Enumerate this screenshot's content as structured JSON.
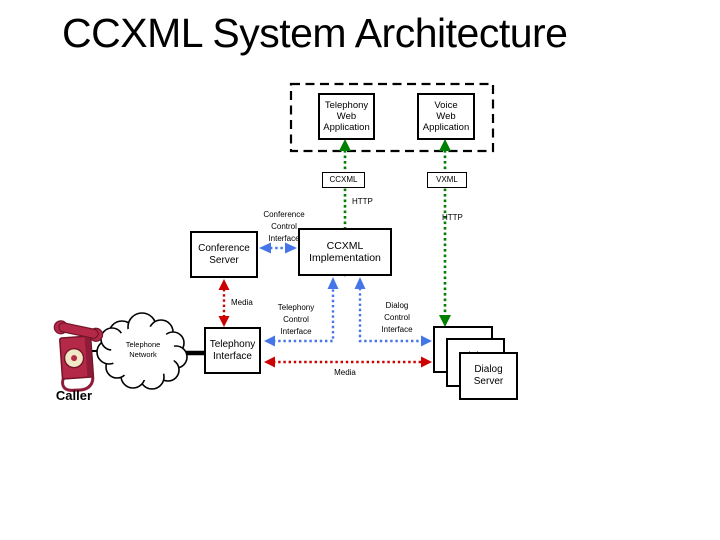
{
  "title": "CCXML System Architecture",
  "colors": {
    "green": "#008000",
    "blue": "#4576e8",
    "red": "#cc0000",
    "black": "#000000",
    "phone_body": "#b52948",
    "phone_dark": "#8e1c38",
    "phone_outline": "#741428",
    "phone_dial": "#efe7c6"
  },
  "boxes": {
    "telephony_web_app": "Telephony\nWeb\nApplication",
    "voice_web_app": "Voice\nWeb\nApplication",
    "conference_server": "Conference\nServer",
    "ccxml_implementation": "CCXML\nImplementation",
    "telephony_interface": "Telephony\nInterface",
    "dialog_server": "Dialog\nServer"
  },
  "protocols": {
    "ccxml": "CCXML",
    "vxml": "VXML",
    "http_left": "HTTP",
    "http_right": "HTTP"
  },
  "edges": {
    "conference_control": "Conference\nControl\nInterface",
    "telephony_control": "Telephony\nControl\nInterface",
    "dialog_control": "Dialog\nControl\nInterface",
    "media_conference": "Media",
    "media_dialog": "Media"
  },
  "caller": {
    "label": "Caller"
  },
  "network": {
    "label": "Telephone\nNetwork"
  }
}
